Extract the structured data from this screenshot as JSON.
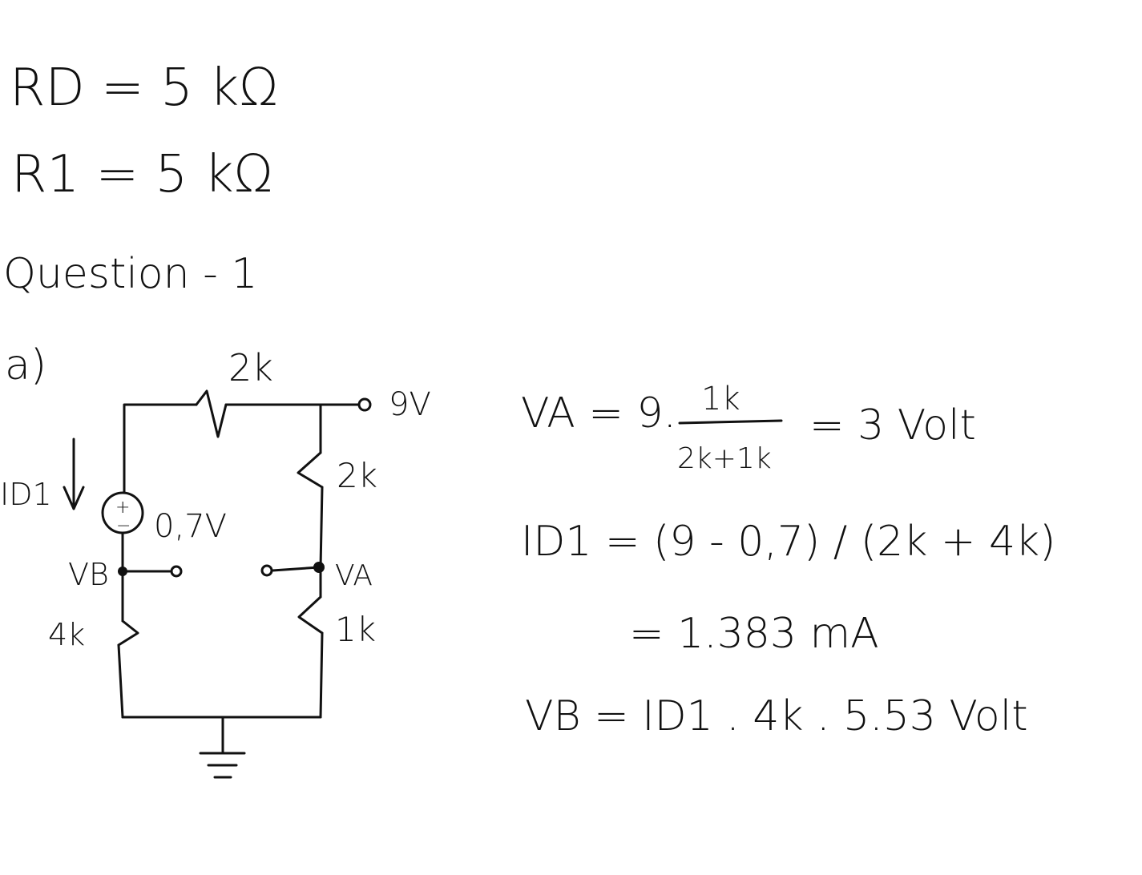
{
  "given": {
    "rd": "RD = 5 kΩ",
    "r1": "R1 = 5 kΩ"
  },
  "question": {
    "title": "Question - 1",
    "part": "a)"
  },
  "circuit": {
    "top_resistor": "2k",
    "source_voltage": "9V",
    "right_top_resistor": "2k",
    "diode_label": "ID1",
    "diode_drop": "0,7V",
    "node_b": "VB",
    "node_a": "VA",
    "left_resistor": "4k",
    "right_bottom_resistor": "1k",
    "plus": "+",
    "minus": "−"
  },
  "solution": {
    "va_lhs": "VA = 9.",
    "va_num": "1k",
    "va_den": "2k+1k",
    "va_result": "= 3 Volt",
    "id_line1": "ID1 = (9 - 0,7) / (2k + 4k)",
    "id_line2": "= 1.383 mA",
    "vb_line": "VB = ID1 . 4k . 5.53 Volt"
  }
}
